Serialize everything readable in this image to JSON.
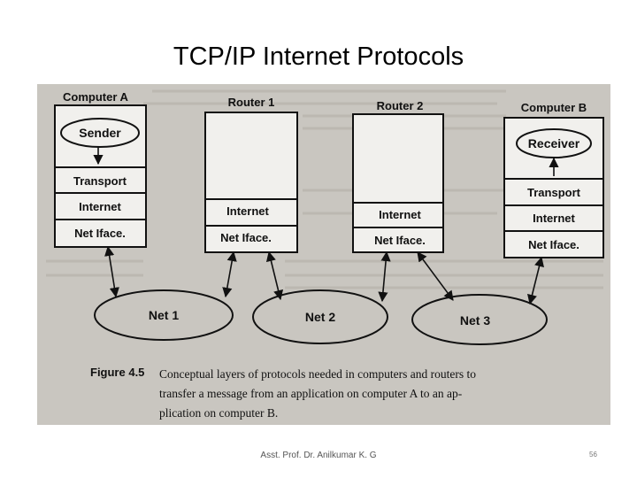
{
  "slide": {
    "title": "TCP/IP Internet Protocols",
    "footer": "Asst. Prof. Dr. Anilkumar K. G",
    "page_number": "56"
  },
  "figure": {
    "hosts": {
      "computer_a": {
        "title": "Computer A",
        "app": "Sender",
        "transport": "Transport",
        "internet": "Internet",
        "netiface": "Net Iface."
      },
      "computer_b": {
        "title": "Computer B",
        "app": "Receiver",
        "transport": "Transport",
        "internet": "Internet",
        "netiface": "Net Iface."
      }
    },
    "routers": {
      "router_1": {
        "title": "Router 1",
        "internet": "Internet",
        "netiface": "Net Iface."
      },
      "router_2": {
        "title": "Router 2",
        "internet": "Internet",
        "netiface": "Net Iface."
      }
    },
    "networks": {
      "net1": "Net 1",
      "net2": "Net 2",
      "net3": "Net 3"
    },
    "caption": {
      "label": "Figure 4.5",
      "line1": "Conceptual layers of protocols needed in computers and routers to",
      "line2": "transfer a message from an application on computer A to an ap-",
      "line3": "plication on computer B."
    }
  }
}
